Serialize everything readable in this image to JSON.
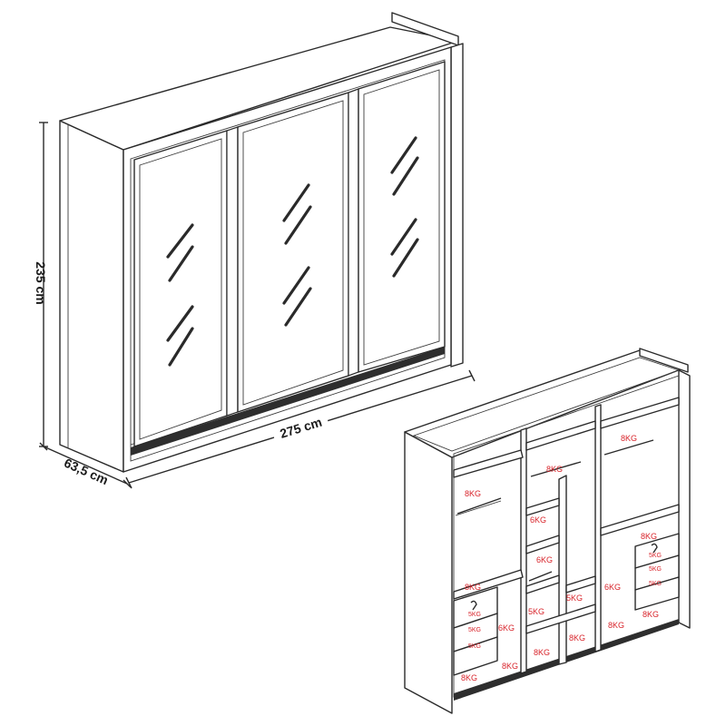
{
  "dimensions": {
    "height": "235 cm",
    "width": "275 cm",
    "depth": "63,5 cm"
  },
  "load_labels": {
    "left_top_shelf": "8KG",
    "left_lower_shelf": "8KG",
    "left_drawer_1": "5KG",
    "left_drawer_2": "5KG",
    "left_drawer_3": "5KG",
    "left_floor": "8KG",
    "center_top_shelf": "8KG",
    "center_mid_shelf_1": "6KG",
    "center_mid_shelf_2": "6KG",
    "center_low_shelf_1": "6KG",
    "center_low_shelf_2": "5KG",
    "center_low_shelf_3": "5KG",
    "center_low_shelf_4": "6KG",
    "center_floor_1": "8KG",
    "center_floor_2": "8KG",
    "center_floor_3": "8KG",
    "center_floor_4": "8KG",
    "right_top_shelf": "8KG",
    "right_mid_shelf": "8KG",
    "right_drawer_1": "5KG",
    "right_drawer_2": "5KG",
    "right_drawer_3": "5KG",
    "right_floor": "8KG"
  }
}
